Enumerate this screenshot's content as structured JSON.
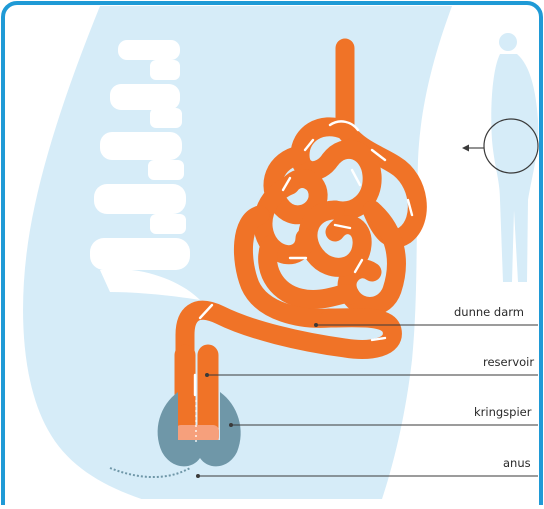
{
  "labels": {
    "small_intestine": "dunne darm",
    "reservoir": "reservoir",
    "sphincter": "kringspier",
    "anus": "anus"
  },
  "colors": {
    "frame_border": "#1f9ad6",
    "body_fill": "#d6ecf8",
    "spine_fill": "#ffffff",
    "intestine": "#f07327",
    "intestine_highlight": "#ffffff",
    "reservoir_tip": "#f6a07c",
    "sphincter": "#6f97a8",
    "leader_line": "#3a3a3a"
  },
  "icons": {
    "locator": "human-silhouette-icon",
    "magnifier": "zoom-circle-icon"
  }
}
